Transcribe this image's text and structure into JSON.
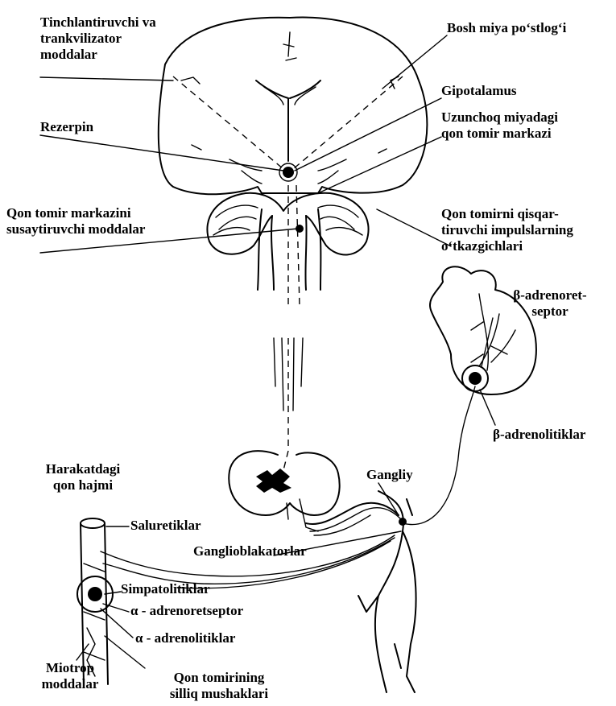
{
  "labels": {
    "tinch": "Tinchlantiruvchi va\ntrankvilizator\nmoddalar",
    "cortex": "Bosh miya po‘stlog‘i",
    "gipotalamus": "Gipotalamus",
    "uzunchoq": "Uzunchoq miyadagi\nqon tomir markazi",
    "rezerpin": "Rezerpin",
    "qon_markaz": "Qon tomir markazini\nsusaytiruvchi moddalar",
    "qisqar": "Qon tomirni qisqar-\ntiruvchi impulslarning\no‘tkazgichlari",
    "beta_receptor": "β-adrenoret-\nseptor",
    "beta_lytic": "β-adrenolitiklar",
    "harakat": "Harakatdagi\nqon hajmi",
    "gangliy": "Gangliy",
    "saluretik": "Saluretiklar",
    "ganglioblok": "Ganglioblakatorlar",
    "simpatolitik": "Simpatolitiklar",
    "alpha_receptor": "α - adrenoretseptor",
    "alpha_lytic": "α - adrenolitiklar",
    "miotrop": "Miotrop\nmoddalar",
    "silliq": "Qon tomirining\nsilliq mushaklari"
  }
}
